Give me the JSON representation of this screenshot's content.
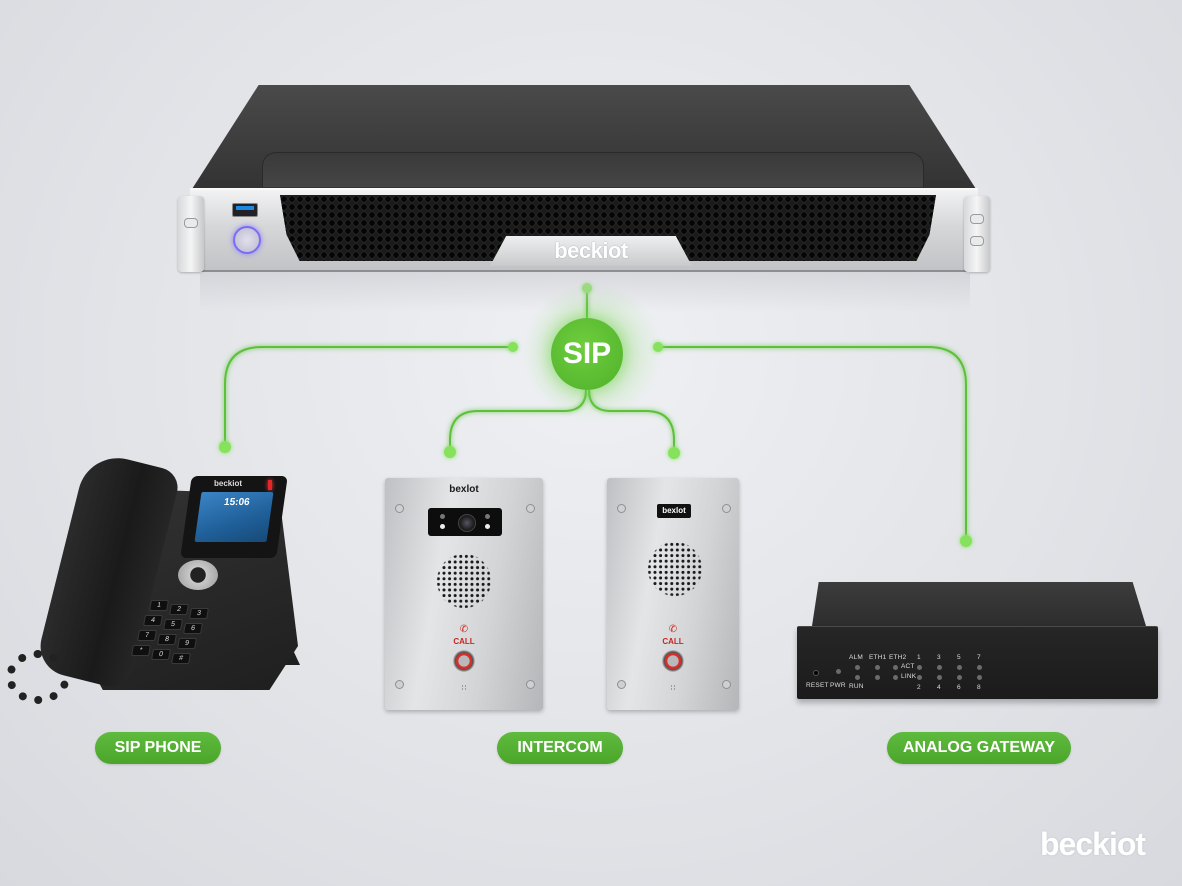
{
  "colors": {
    "accent_green": "#5cb83a",
    "connector_glow": "#7be24f",
    "call_red": "#c8261f",
    "background": "#e4e6ea"
  },
  "server": {
    "brand_logo": "beckiot",
    "ports": [
      "usb-port",
      "power-button"
    ]
  },
  "hub": {
    "label": "SIP"
  },
  "devices": {
    "sip_phone": {
      "label": "SIP PHONE",
      "brand_logo": "beckiot",
      "screen_time": "15:06",
      "keys": [
        "1",
        "2",
        "3",
        "4",
        "5",
        "6",
        "7",
        "8",
        "9",
        "*",
        "0",
        "#"
      ]
    },
    "intercom_camera": {
      "brand_logo": "bexlot",
      "call_label": "CALL",
      "call_icon": "phone-ringing-icon"
    },
    "intercom_basic": {
      "brand_logo": "bexlot",
      "call_label": "CALL",
      "call_icon": "phone-ringing-icon"
    },
    "intercom_group": {
      "label": "INTERCOM"
    },
    "analog_gateway": {
      "label": "ANALOG GATEWAY",
      "panel": {
        "reset": "RESET",
        "pwr": "PWR",
        "alm": "ALM",
        "run": "RUN",
        "eth1": "ETH1",
        "eth2": "ETH2",
        "act": "ACT",
        "link": "LINK",
        "port_top": [
          "1",
          "3",
          "5",
          "7"
        ],
        "port_bottom": [
          "2",
          "4",
          "6",
          "8"
        ]
      }
    }
  },
  "watermark": "beckiot"
}
